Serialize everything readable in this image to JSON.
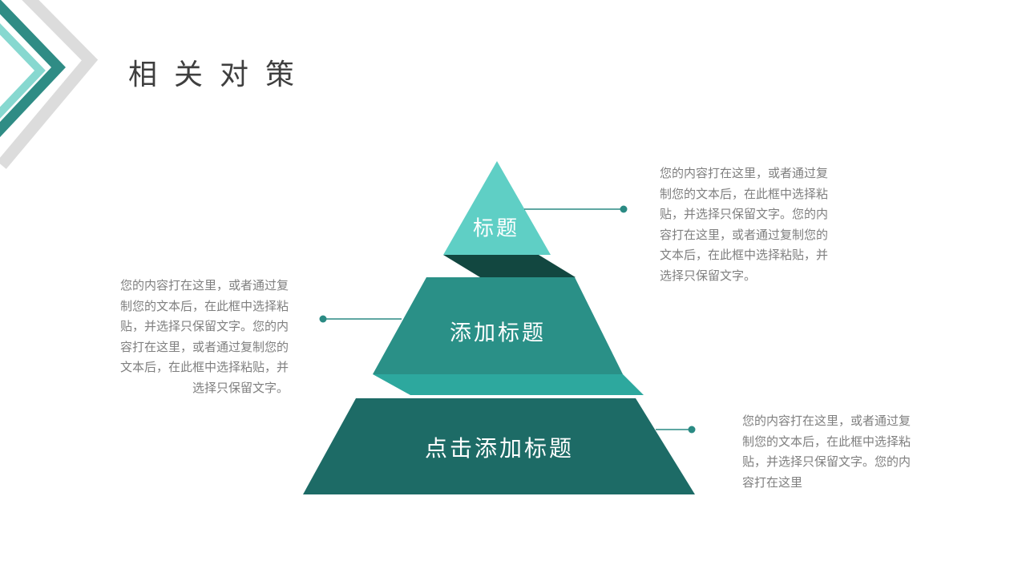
{
  "slide": {
    "title": "相 关 对 策"
  },
  "colors": {
    "background": "#FFFFFF",
    "title_text": "#3F3F3F",
    "body_text": "#7F7F7F",
    "label_text": "#FFFFFF",
    "tier_top": "#5FCFC5",
    "tier_top_shadow": "#124740",
    "tier_middle": "#2A9087",
    "tier_middle_strip": "#2DA89E",
    "tier_bottom": "#1D6B66",
    "connector": "#2A8A83",
    "chevron_gray": "#DCDCDC",
    "chevron_dark_teal": "#2F8C85",
    "chevron_light_teal": "#87D8D0"
  },
  "pyramid": {
    "tiers": [
      {
        "label": "标题"
      },
      {
        "label": "添加标题"
      },
      {
        "label": "点击添加标题"
      }
    ]
  },
  "text_blocks": {
    "left": {
      "align": "right",
      "lines": [
        "您的内容打在这里，或者通过复",
        "制您的文本后，在此框中选择粘",
        "贴，并选择只保留文字。您的内",
        "容打在这里，或者通过复制您的",
        "文本后，在此框中选择粘贴，并",
        "选择只保留文字。"
      ]
    },
    "top_right": {
      "align": "left",
      "lines": [
        "您的内容打在这里，或者通过复",
        "制您的文本后，在此框中选择粘",
        "贴，并选择只保留文字。您的内",
        "容打在这里，或者通过复制您的",
        "文本后，在此框中选择粘贴，并",
        "选择只保留文字。"
      ]
    },
    "bottom_right": {
      "align": "left",
      "lines": [
        "您的内容打在这里，或者通过复",
        "制您的文本后，在此框中选择粘",
        "贴，并选择只保留文字。您的内",
        "容打在这里"
      ]
    }
  }
}
